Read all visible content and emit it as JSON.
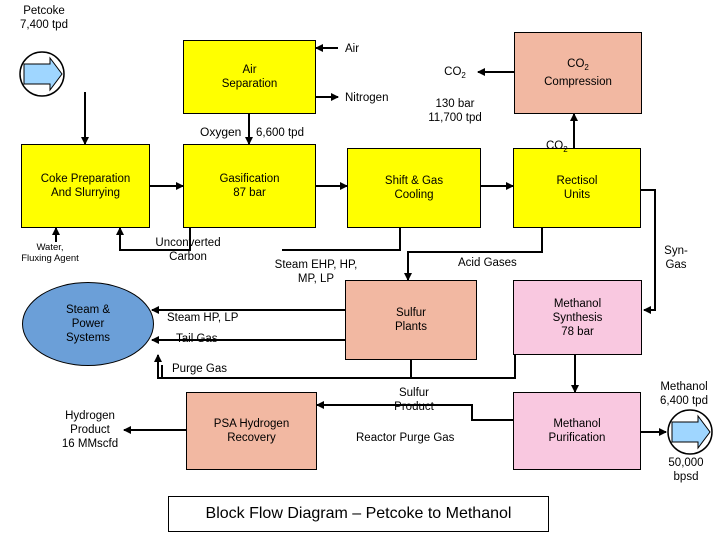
{
  "colors": {
    "yellow": "#ffff00",
    "salmon": "#f2b8a2",
    "pink": "#f9c8e0",
    "blue": "#6b9fd8",
    "line": "#000000"
  },
  "boxes": {
    "air_separation": "Air\nSeparation",
    "co2_compression": "Compression",
    "coke_preparation": "Coke Preparation\nAnd Slurrying",
    "gasification": "Gasification\n87 bar",
    "shift_gas_cooling": "Shift & Gas\nCooling",
    "rectisol_units": "Rectisol\nUnits",
    "steam_power_systems": "Steam &\nPower\nSystems",
    "sulfur_plants": "Sulfur\nPlants",
    "methanol_synthesis": "Methanol\nSynthesis\n78 bar",
    "psa_hydrogen_recovery": "PSA Hydrogen\nRecovery",
    "methanol_purification": "Methanol\nPurification"
  },
  "labels": {
    "petcoke_feed": "Petcoke\n7,400 tpd",
    "air": "Air",
    "nitrogen": "Nitrogen",
    "co2_stream_pressure": "130 bar\n11,700 tpd",
    "oxygen": "Oxygen",
    "oxygen_rate": "6,600 tpd",
    "water_fluxing": "Water,\nFluxing Agent",
    "unconverted_carbon": "Unconverted\nCarbon",
    "steam_ehp": "Steam EHP, HP,\nMP, LP",
    "acid_gases": "Acid Gases",
    "syngas": "Syn-\nGas",
    "steam_hp_lp": "Steam  HP, LP",
    "tail_gas": "Tail Gas",
    "purge_gas": "Purge Gas",
    "sulfur_product": "Sulfur\nProduct",
    "hydrogen_product": "Hydrogen\nProduct\n16 MMscfd",
    "reactor_purge_gas": "Reactor Purge Gas",
    "methanol_output": "Methanol\n6,400 tpd",
    "methanol_bpsd": "50,000\nbpsd",
    "co2": "CO",
    "co2_sub": "2"
  },
  "title": "Block Flow Diagram – Petcoke to Methanol"
}
